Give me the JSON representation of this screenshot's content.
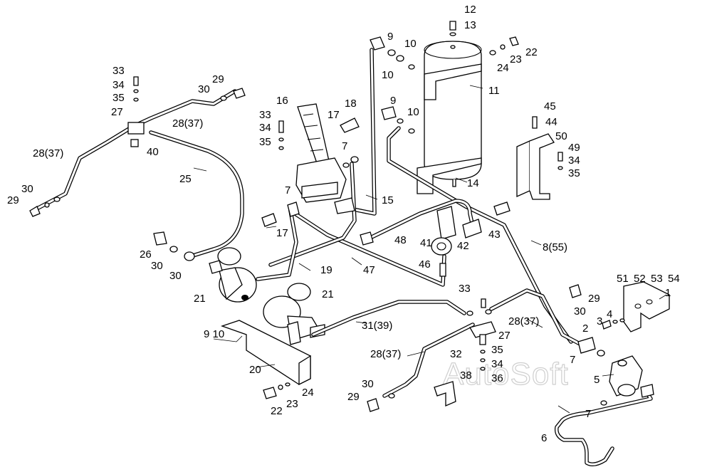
{
  "watermark": "AutoSoft",
  "callouts": {
    "c12": "12",
    "c13": "13",
    "c9a": "9",
    "c10a": "10",
    "c10b": "10",
    "c11": "11",
    "c22a": "22",
    "c23a": "23",
    "c24a": "24",
    "c33a": "33",
    "c34a": "34",
    "c35a": "35",
    "c27a": "27",
    "c29a": "29",
    "c30a": "30",
    "c28a": "28(37)",
    "c28b": "28(37)",
    "c40": "40",
    "c29b": "29",
    "c30b": "30",
    "c16": "16",
    "c17a": "17",
    "c18": "18",
    "c9b": "9",
    "c10c": "10",
    "c33b": "33",
    "c34b": "34",
    "c35b": "35",
    "c7a": "7",
    "c7b": "7",
    "c45": "45",
    "c44": "44",
    "c50": "50",
    "c49": "49",
    "c34c": "34",
    "c35c": "35",
    "c25": "25",
    "c14": "14",
    "c15": "15",
    "c17b": "17",
    "c48": "48",
    "c41": "41",
    "c42": "42",
    "c43": "43",
    "c8": "8(55)",
    "c26": "26",
    "c30c": "30",
    "c30d": "30",
    "c21a": "21",
    "c21b": "21",
    "c19": "19",
    "c47": "47",
    "c46": "46",
    "c33c": "33",
    "c29c": "29",
    "c30e": "30",
    "c28c": "28(37)",
    "c51": "51",
    "c52": "52",
    "c53": "53",
    "c54": "54",
    "c1": "1",
    "c4": "4",
    "c3": "3",
    "c2": "2",
    "c910": "9 10",
    "c31": "31(39)",
    "c27b": "27",
    "c28d": "28(37)",
    "c32": "32",
    "c35d": "35",
    "c34d": "34",
    "c36": "36",
    "c38": "38",
    "c7c": "7",
    "c5": "5",
    "c7d": "7",
    "c6": "6",
    "c20": "20",
    "c24b": "24",
    "c23b": "23",
    "c22b": "22",
    "c29d": "29",
    "c30f": "30"
  }
}
